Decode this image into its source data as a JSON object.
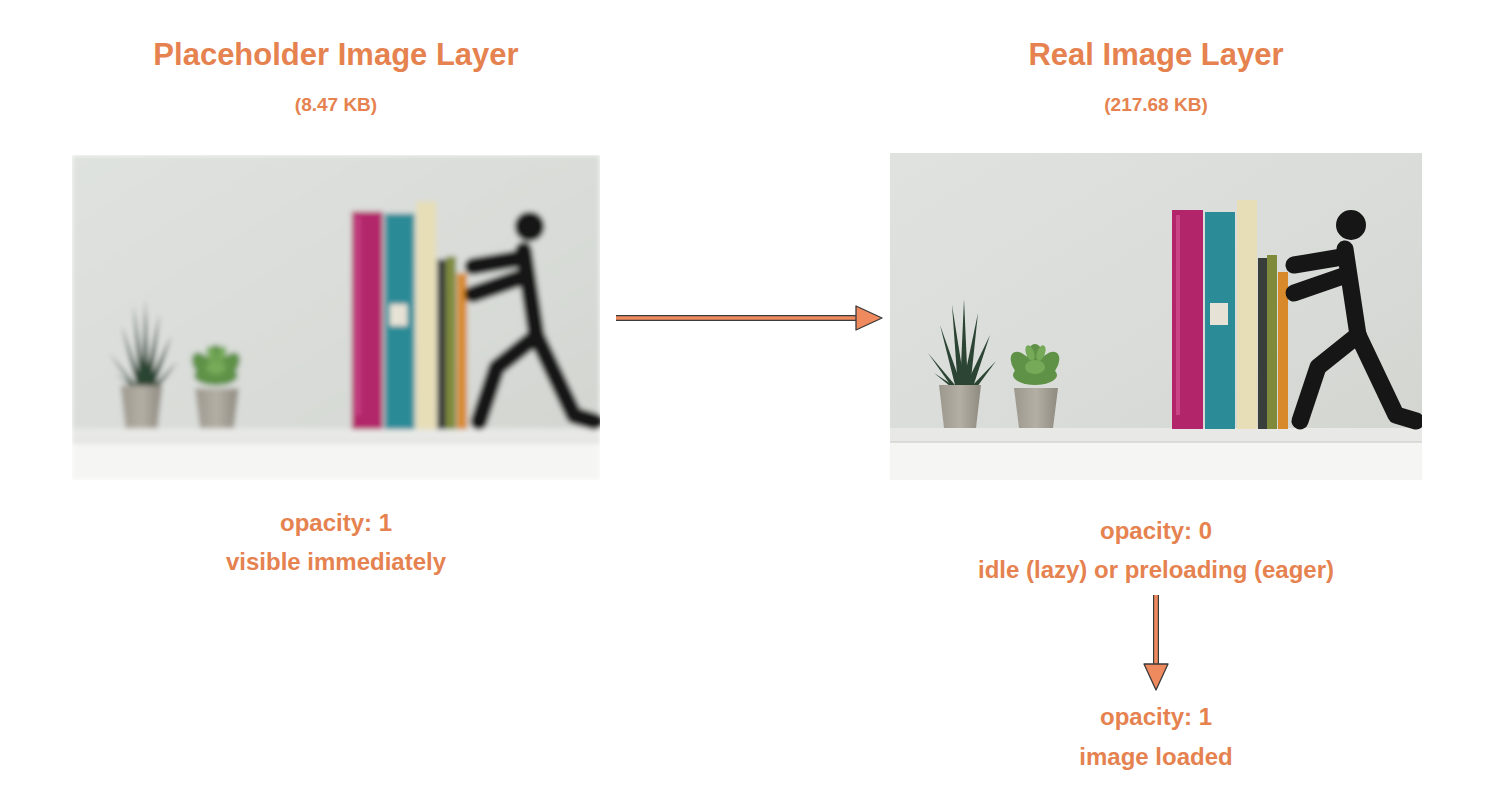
{
  "diagram": {
    "nodes": [
      {
        "text": [
          "Placeholder Image Layer",
          "(8.47 KB)",
          "opacity: 1",
          "visible immediately"
        ]
      },
      {
        "text": [
          "Real Image Layer",
          "(217.68 KB)",
          "opacity: 0",
          "idle (lazy) or preloading (eager)"
        ]
      },
      {
        "text": [
          "opacity: 1",
          "image loaded"
        ]
      }
    ],
    "edges": [
      {
        "from": 0,
        "to": 1,
        "arrow": "to"
      },
      {
        "from": 1,
        "to": 2,
        "arrow": "to"
      }
    ]
  }
}
